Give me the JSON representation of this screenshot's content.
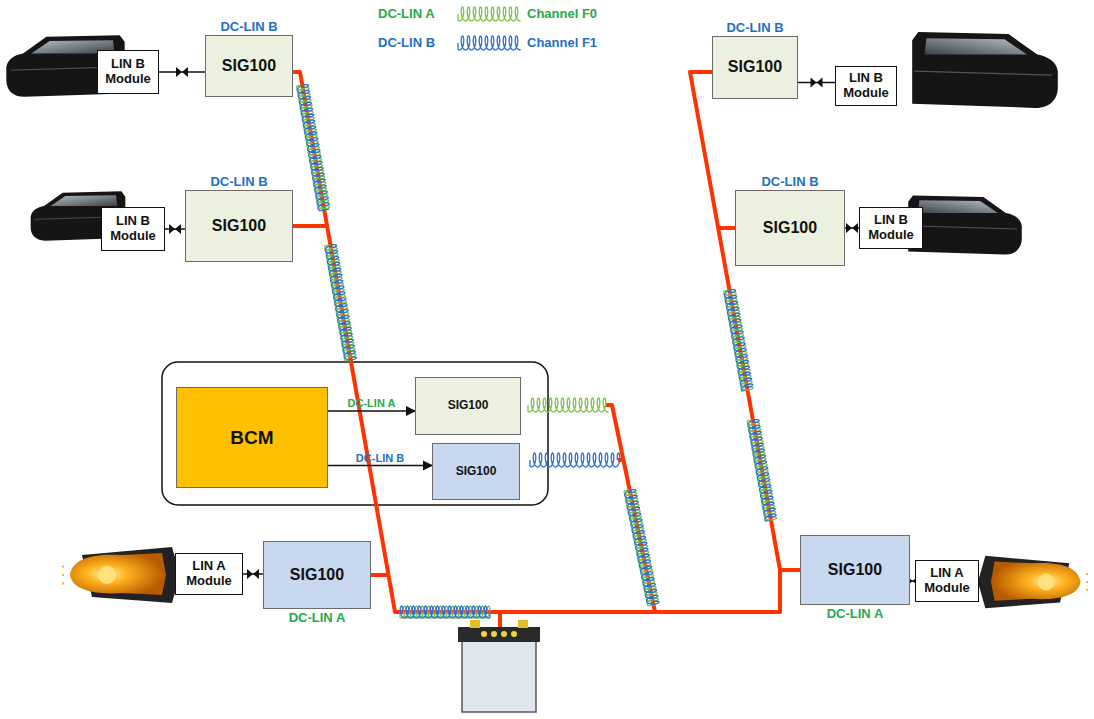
{
  "diagram": {
    "nodes": [
      {
        "text": [
          "DC-LIN B",
          "SIG100"
        ]
      },
      {
        "text": [
          "LIN B Module"
        ]
      },
      {
        "text": [
          "DC-LIN B",
          "SIG100"
        ]
      },
      {
        "text": [
          "LIN B Module"
        ]
      },
      {
        "text": [
          "DC-LIN B",
          "SIG100"
        ]
      },
      {
        "text": [
          "LIN B Module"
        ]
      },
      {
        "text": [
          "DC-LIN B",
          "SIG100"
        ]
      },
      {
        "text": [
          "LIN B Module"
        ]
      },
      {
        "text": [
          "BCM"
        ]
      },
      {
        "text": [
          "SIG100"
        ]
      },
      {
        "text": [
          "SIG100"
        ]
      },
      {
        "text": [
          "LIN A Module"
        ]
      },
      {
        "text": [
          "SIG100",
          "DC-LIN A"
        ]
      },
      {
        "text": [
          "SIG100",
          "DC-LIN A"
        ]
      },
      {
        "text": [
          "LIN A Module"
        ]
      }
    ],
    "edges": [
      {
        "from": 1,
        "to": 0,
        "arrow": "none"
      },
      {
        "from": 2,
        "to": 3,
        "arrow": "none"
      },
      {
        "from": 5,
        "to": 4,
        "arrow": "none"
      },
      {
        "from": 6,
        "to": 7,
        "arrow": "none"
      },
      {
        "from": 8,
        "to": 9,
        "arrow": "to",
        "label": "DC-LIN A"
      },
      {
        "from": 8,
        "to": 10,
        "arrow": "to",
        "label": "DC-LIN B"
      },
      {
        "from": 11,
        "to": 12,
        "arrow": "none"
      },
      {
        "from": 13,
        "to": 14,
        "arrow": "none"
      }
    ],
    "labels": [
      "Channel F0",
      "Channel F1"
    ],
    "legend": [
      {
        "text": "DC-LIN A"
      },
      {
        "text": "DC-LIN B"
      }
    ]
  }
}
